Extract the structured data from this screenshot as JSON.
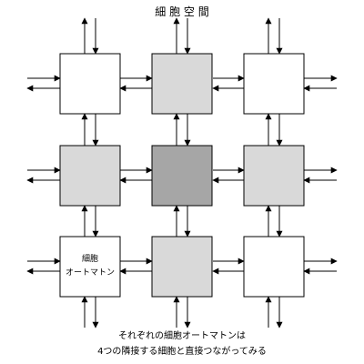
{
  "diagram": {
    "title": "細 胞 空 間",
    "cell_label_line1": "細胞",
    "cell_label_line2": "オートマトン",
    "caption_line1": "それぞれの細胞オートマトンは",
    "caption_line2": "4つの隣接する細胞と直接つながってみる"
  },
  "colors": {
    "white": "#ffffff",
    "light_gray": "#d9d9d9",
    "center_gray": "#a6a6a6",
    "stroke": "#000000"
  },
  "grid": {
    "rows": 3,
    "cols": 3,
    "shades": [
      [
        "white",
        "light_gray",
        "white"
      ],
      [
        "light_gray",
        "center_gray",
        "light_gray"
      ],
      [
        "white",
        "light_gray",
        "white"
      ]
    ],
    "labeled_cell": [
      2,
      0
    ]
  }
}
